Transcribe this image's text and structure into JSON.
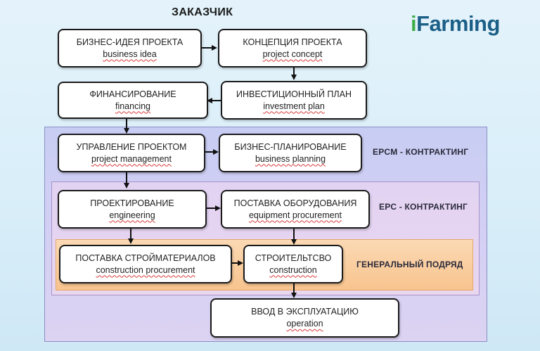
{
  "header": {
    "title": "ЗАКАЗЧИК",
    "logo_prefix": "i",
    "logo_rest": "Farming"
  },
  "zones": {
    "epcm": "EPCM - КОНТРАКТИНГ",
    "epc": "EPC - КОНТРАКТИНГ",
    "general": "ГЕНЕРАЛЬНЫЙ ПОДРЯД"
  },
  "steps": {
    "business_idea": {
      "ru": "БИЗНЕС-ИДЕЯ ПРОЕКТА",
      "en": "business idea"
    },
    "project_concept": {
      "ru": "КОНЦЕПЦИЯ ПРОЕКТА",
      "en": "project concept"
    },
    "financing": {
      "ru": "ФИНАНСИРОВАНИЕ",
      "en": "financing"
    },
    "investment_plan": {
      "ru": "ИНВЕСТИЦИОННЫЙ ПЛАН",
      "en": "investment plan"
    },
    "project_management": {
      "ru": "УПРАВЛЕНИЕ ПРОЕКТОМ",
      "en": "project management"
    },
    "business_planning": {
      "ru": "БИЗНЕС-ПЛАНИРОВАНИЕ",
      "en": "business planning"
    },
    "engineering": {
      "ru": "ПРОЕКТИРОВАНИЕ",
      "en": "engineering"
    },
    "equipment_procurement": {
      "ru": "ПОСТАВКА ОБОРУДОВАНИЯ",
      "en": "equipment procurement"
    },
    "construction_procurement": {
      "ru": "ПОСТАВКА СТРОЙМАТЕРИАЛОВ",
      "en": "construction procurement"
    },
    "construction": {
      "ru": "СТРОИТЕЛЬТСВО",
      "en": "construction"
    },
    "operation": {
      "ru": "ВВОД В ЭКСПЛУАТАЦИЮ",
      "en": "operation"
    }
  }
}
